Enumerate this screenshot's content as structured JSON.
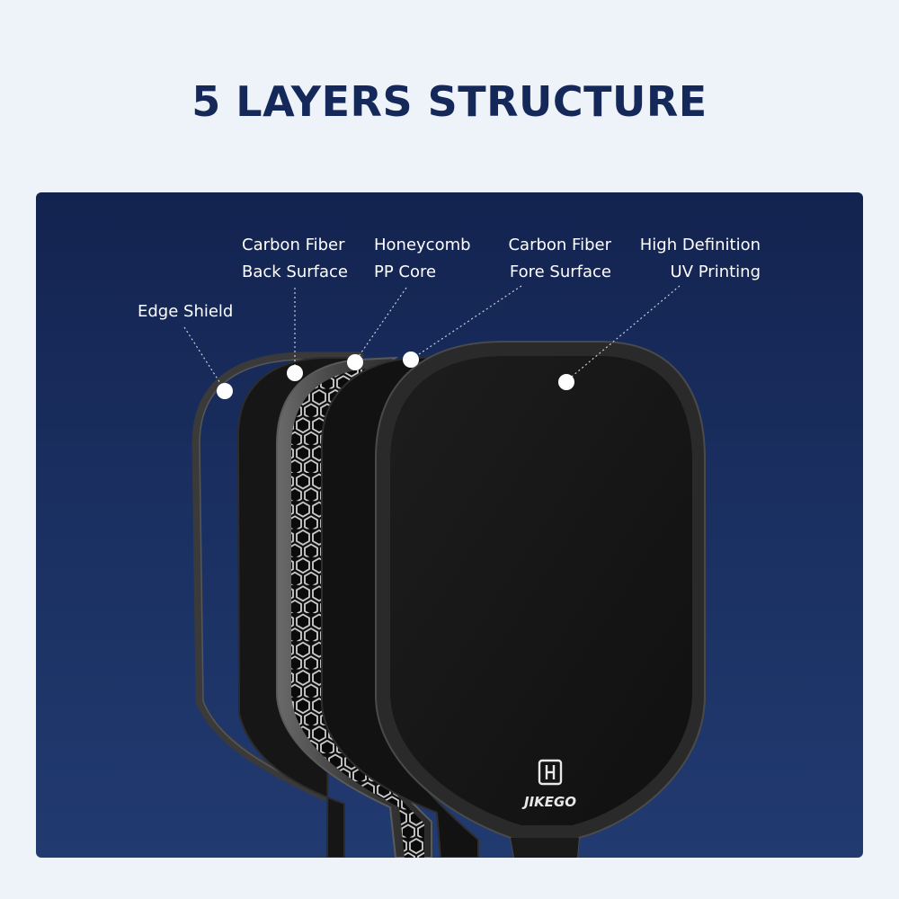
{
  "title": "5 LAYERS STRUCTURE",
  "colors": {
    "title": "#15285a",
    "page_background": "#eef3f9",
    "panel_background": "#1a2f60",
    "label_text": "#ffffff",
    "paddle_face": "#151515",
    "edge_shield": "#3a3a3a"
  },
  "layers": [
    {
      "id": "edge-shield",
      "line1": "Edge Shield",
      "line2": ""
    },
    {
      "id": "carbon-fiber-back",
      "line1": "Carbon Fiber",
      "line2": "Back Surface"
    },
    {
      "id": "honeycomb-core",
      "line1": "Honeycomb",
      "line2": "PP Core"
    },
    {
      "id": "carbon-fiber-fore",
      "line1": "Carbon Fiber",
      "line2": "Fore Surface"
    },
    {
      "id": "uv-printing",
      "line1": "High Definition",
      "line2": "UV Printing"
    }
  ],
  "logo": {
    "icon": "jikego-logo-icon",
    "text": "JIKEGO"
  }
}
